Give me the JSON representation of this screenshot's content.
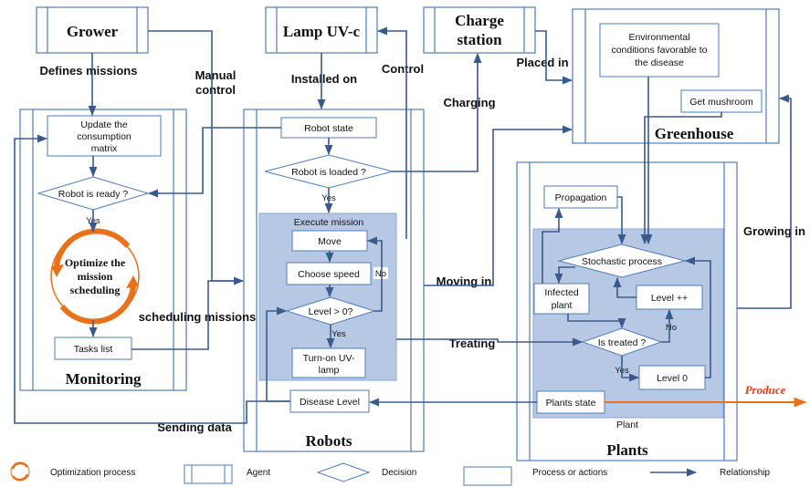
{
  "agents": {
    "grower": "Grower",
    "lamp": "Lamp UV-c",
    "charge_line1": "Charge",
    "charge_line2": "station",
    "greenhouse": "Greenhouse",
    "monitoring": "Monitoring",
    "robots": "Robots",
    "plants": "Plants"
  },
  "edges": {
    "defines_missions": "Defines missions",
    "manual_line1": "Manual",
    "manual_line2": "control",
    "installed_on": "Installed on",
    "control": "Control",
    "charging": "Charging",
    "placed_in": "Placed in",
    "moving_in": "Moving in",
    "growing_in": "Growing in",
    "scheduling_missions": "scheduling missions",
    "treating": "Treating",
    "sending_data": "Sending data",
    "produce": "Produce"
  },
  "monitoring": {
    "update_line1": "Update the",
    "update_line2": "consumption",
    "update_line3": "matrix",
    "robot_ready": "Robot is ready ?",
    "yes": "Yes",
    "optimize_line1": "Optimize the",
    "optimize_line2": "mission",
    "optimize_line3": "scheduling",
    "tasks_list": "Tasks list"
  },
  "robots": {
    "robot_state": "Robot state",
    "robot_loaded": "Robot is loaded ?",
    "yes": "Yes",
    "execute_mission": "Execute mission",
    "move": "Move",
    "choose_speed": "Choose speed",
    "no": "No",
    "level_check": "Level > 0?",
    "yes2": "Yes",
    "turn_on_line1": "Turn-on UV-",
    "turn_on_line2": "lamp",
    "disease_level": "Disease Level"
  },
  "greenhouse": {
    "env_line1": "Environmental",
    "env_line2": "conditions favorable to",
    "env_line3": "the disease",
    "get_mushroom": "Get mushroom"
  },
  "plants": {
    "propagation": "Propagation",
    "stochastic": "Stochastic process",
    "infected_line1": "Infected",
    "infected_line2": "plant",
    "level_plus": "Level ++",
    "no": "No",
    "is_treated": "Is treated ?",
    "yes": "Yes",
    "level_zero": "Level 0",
    "plants_state": "Plants state",
    "plant": "Plant"
  },
  "legend": {
    "optimization": "Optimization process",
    "agent": "Agent",
    "decision": "Decision",
    "process": "Process or actions",
    "relationship": "Relationship"
  },
  "colors": {
    "line": "#3b5a8c",
    "border": "#4f7cb5",
    "panel_fill": "#b7c8e4",
    "orange": "#e8711c",
    "produce": "#e0421a"
  }
}
